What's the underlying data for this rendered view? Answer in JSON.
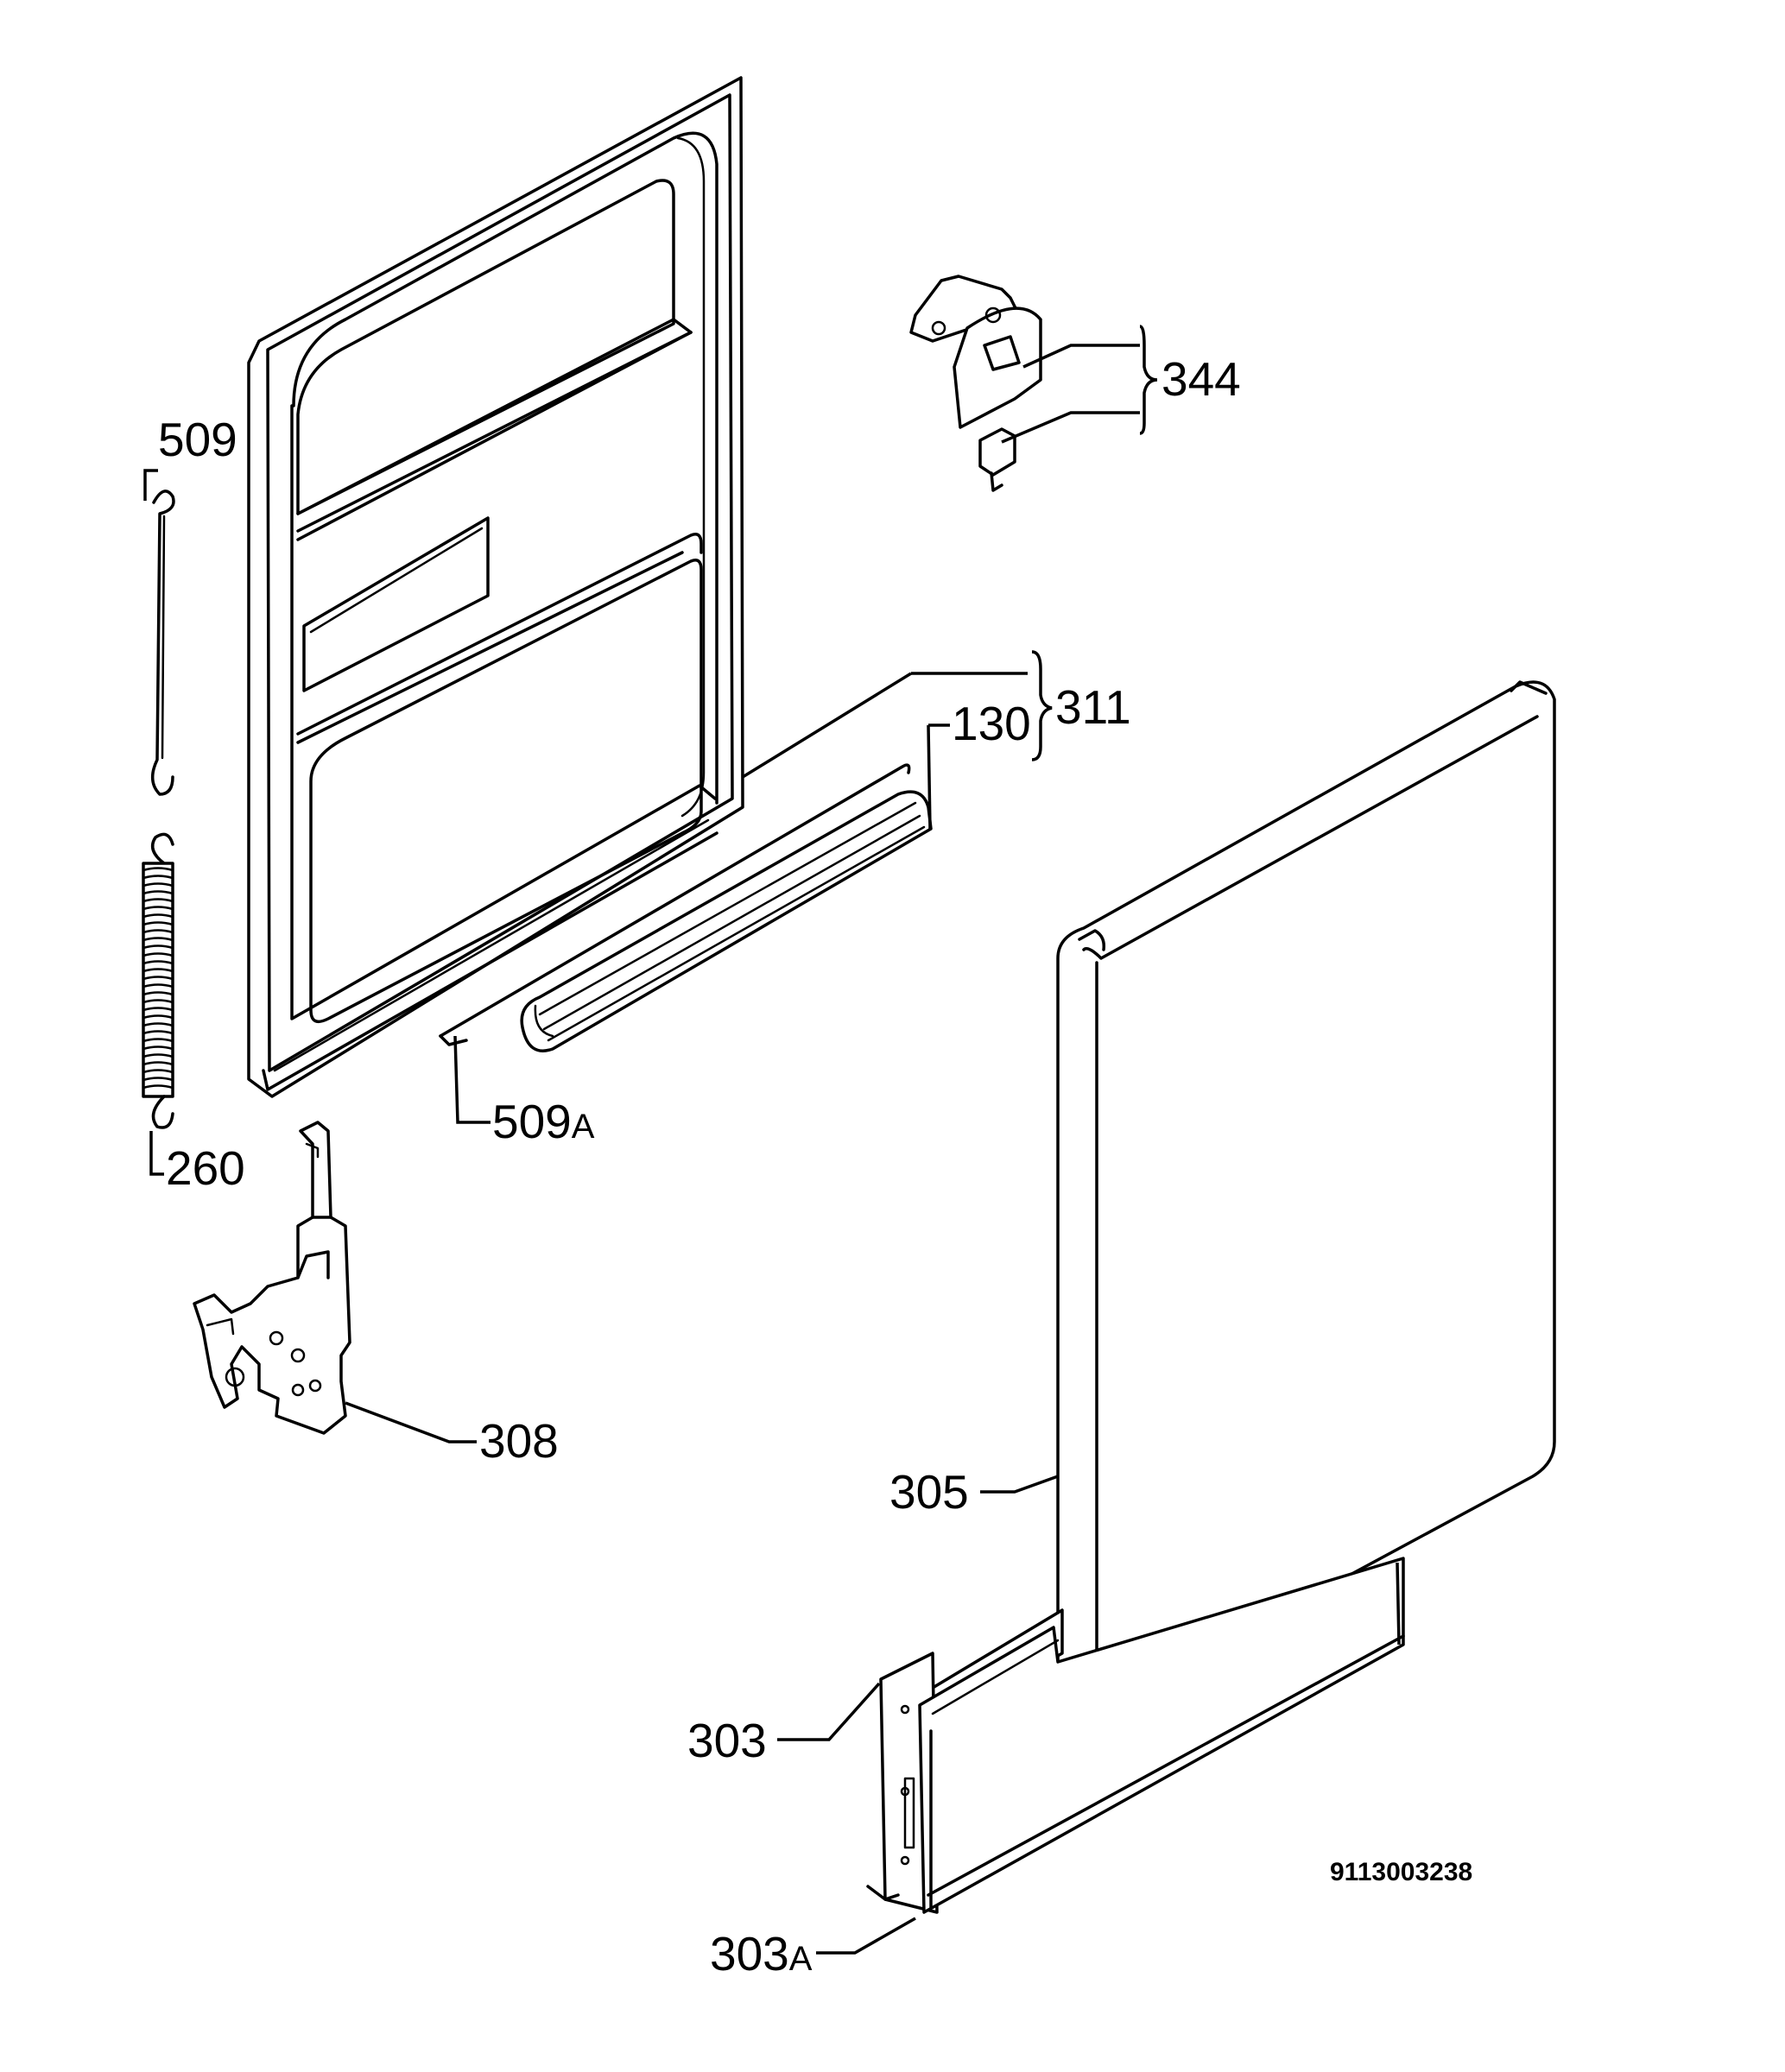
{
  "diagram": {
    "document_code": "9113003238",
    "parts": [
      {
        "id": "p509",
        "number": "509",
        "suffix": ""
      },
      {
        "id": "p260",
        "number": "260",
        "suffix": ""
      },
      {
        "id": "p509a",
        "number": "509",
        "suffix": "A"
      },
      {
        "id": "p130",
        "number": "130",
        "suffix": ""
      },
      {
        "id": "p311",
        "number": "311",
        "suffix": ""
      },
      {
        "id": "p344",
        "number": "344",
        "suffix": ""
      },
      {
        "id": "p308",
        "number": "308",
        "suffix": ""
      },
      {
        "id": "p305",
        "number": "305",
        "suffix": ""
      },
      {
        "id": "p303",
        "number": "303",
        "suffix": ""
      },
      {
        "id": "p303a",
        "number": "303",
        "suffix": "A"
      }
    ]
  }
}
